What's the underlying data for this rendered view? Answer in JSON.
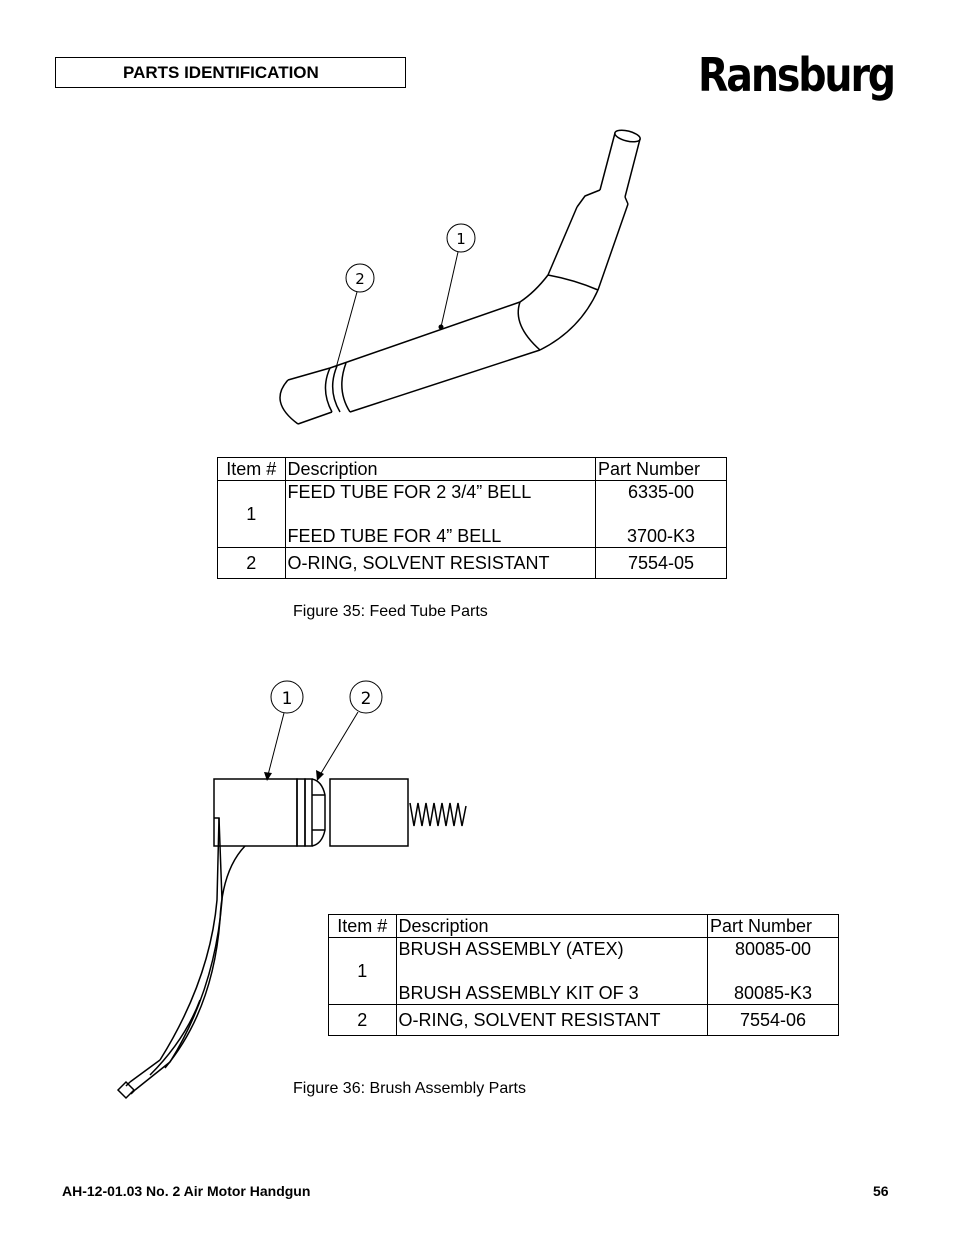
{
  "header": {
    "section_title": "PARTS IDENTIFICATION",
    "brand": "Ransburg"
  },
  "figure35": {
    "callouts": [
      "1",
      "2"
    ],
    "table": {
      "headers": [
        "Item #",
        "Description",
        "Part Number"
      ],
      "rows": [
        {
          "item": "1",
          "lines": [
            {
              "description": "FEED TUBE  FOR 2 3/4” BELL",
              "part_number": "6335-00"
            },
            {
              "description": "FEED TUBE FOR 4” BELL",
              "part_number": "3700-K3"
            }
          ]
        },
        {
          "item": "2",
          "lines": [
            {
              "description": "O-RING, SOLVENT RESISTANT",
              "part_number": "7554-05"
            }
          ]
        }
      ]
    },
    "caption": "Figure 35: Feed Tube Parts"
  },
  "figure36": {
    "callouts": [
      "1",
      "2"
    ],
    "table": {
      "headers": [
        "Item #",
        "Description",
        "Part Number"
      ],
      "rows": [
        {
          "item": "1",
          "lines": [
            {
              "description": "BRUSH ASSEMBLY (ATEX)",
              "part_number": "80085-00"
            },
            {
              "description": "BRUSH ASSEMBLY  KIT OF 3",
              "part_number": "80085-K3"
            }
          ]
        },
        {
          "item": "2",
          "lines": [
            {
              "description": "O-RING, SOLVENT RESISTANT",
              "part_number": "7554-06"
            }
          ]
        }
      ]
    },
    "caption": "Figure 36: Brush Assembly Parts"
  },
  "footer": {
    "doc_title": "AH-12-01.03 No. 2 Air Motor Handgun",
    "page_number": "56"
  }
}
